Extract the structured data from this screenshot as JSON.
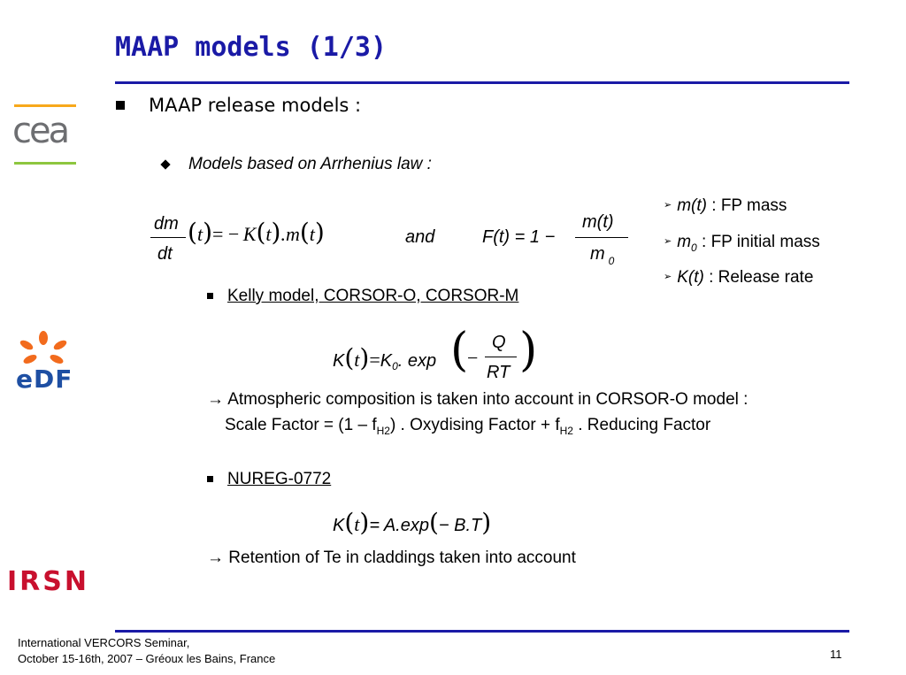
{
  "slide": {
    "title": "MAAP models (1/3)",
    "bullet1": "MAAP release models :",
    "bullet2": "Models based on Arrhenius law :"
  },
  "equation1": {
    "dm": "dm",
    "dt": "dt",
    "rhs": "K",
    "t": "t",
    "dotm": ".m",
    "minus": "= −",
    "and": "and",
    "F": "F(t) = 1 −",
    "mt": "m(t)",
    "m0": "m",
    "m0_sub": "0"
  },
  "legend": [
    {
      "sym": "m(t)",
      "sub": "",
      "text": " : FP mass"
    },
    {
      "sym": "m",
      "sub": "0",
      "text": " : FP initial mass"
    },
    {
      "sym": "K(t)",
      "sub": "",
      "text": " : Release rate"
    }
  ],
  "kelly": {
    "heading": "Kelly model, CORSOR-O, CORSOR-M",
    "eq_lhs": "K",
    "eq_t": "t",
    "eq_eq": "=",
    "eq_K": "K",
    "eq_K_sub": "0",
    "eq_exp": ". exp",
    "eq_minus": "−",
    "eq_Q": "Q",
    "eq_RT": "RT",
    "note1": "→ Atmospheric composition is taken into account in CORSOR-O model :",
    "note2_a": "Scale Factor = (1 – f",
    "note2_sub1": "H2",
    "note2_b": ") . Oxydising Factor + f",
    "note2_sub2": "H2",
    "note2_c": " . Reducing Factor"
  },
  "nureg": {
    "heading": "NUREG-0772",
    "eq_lhs": "K",
    "eq_t": "t",
    "eq_rhs": "= A.exp",
    "eq_arg": "− B.T",
    "note": "→ Retention of Te in claddings taken into account"
  },
  "logos": {
    "cea": "cea",
    "edf": "eDF",
    "irsn": "IRSN"
  },
  "footer": {
    "line1": "International VERCORS Seminar,",
    "line2": "October 15-16th, 2007 – Gréoux les Bains, France",
    "page": "11"
  },
  "colors": {
    "title": "#1a1aa6",
    "edf_orange": "#f26b1d",
    "edf_blue": "#1e4fa3",
    "irsn_red": "#c8102e",
    "cea_green": "#8dc63f",
    "cea_gray": "#6d6e71"
  }
}
